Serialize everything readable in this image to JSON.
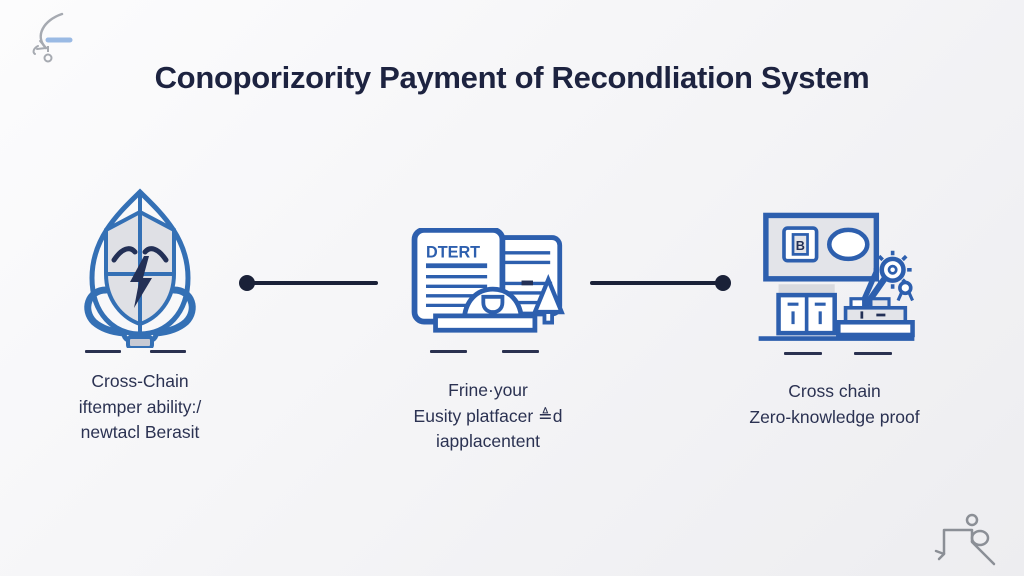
{
  "title": "Conoporizority Payment of Recondliation System",
  "steps": [
    {
      "name": "cross-chain-interoperability",
      "icon": "shield-lightning-emblem-icon",
      "caption_lines": [
        "Cross-Chain",
        "iftemper ability:/",
        "newtacl Berasit"
      ]
    },
    {
      "name": "document-verification",
      "icon": "documents-report-icon",
      "doc_label": "DTERT",
      "caption_lines": [
        "Frine·your",
        "Eusity platfacer ≜d",
        "iapplacentent"
      ]
    },
    {
      "name": "cross-chain-zero-knowledge-proof",
      "icon": "machine-gear-panel-icon",
      "panel_label": "B",
      "caption_lines": [
        "Cross chain",
        "Zero-knowledge proof"
      ]
    }
  ],
  "colors": {
    "title_text": "#1d2340",
    "caption_text": "#2b3252",
    "connector": "#1a2138",
    "icon_stroke_blue": "#2d5fae",
    "icon_accent_navy": "#233056",
    "icon_fill_light_gray": "#e0e1e6",
    "background_start": "#fcfcfd",
    "background_end": "#ededf0"
  }
}
